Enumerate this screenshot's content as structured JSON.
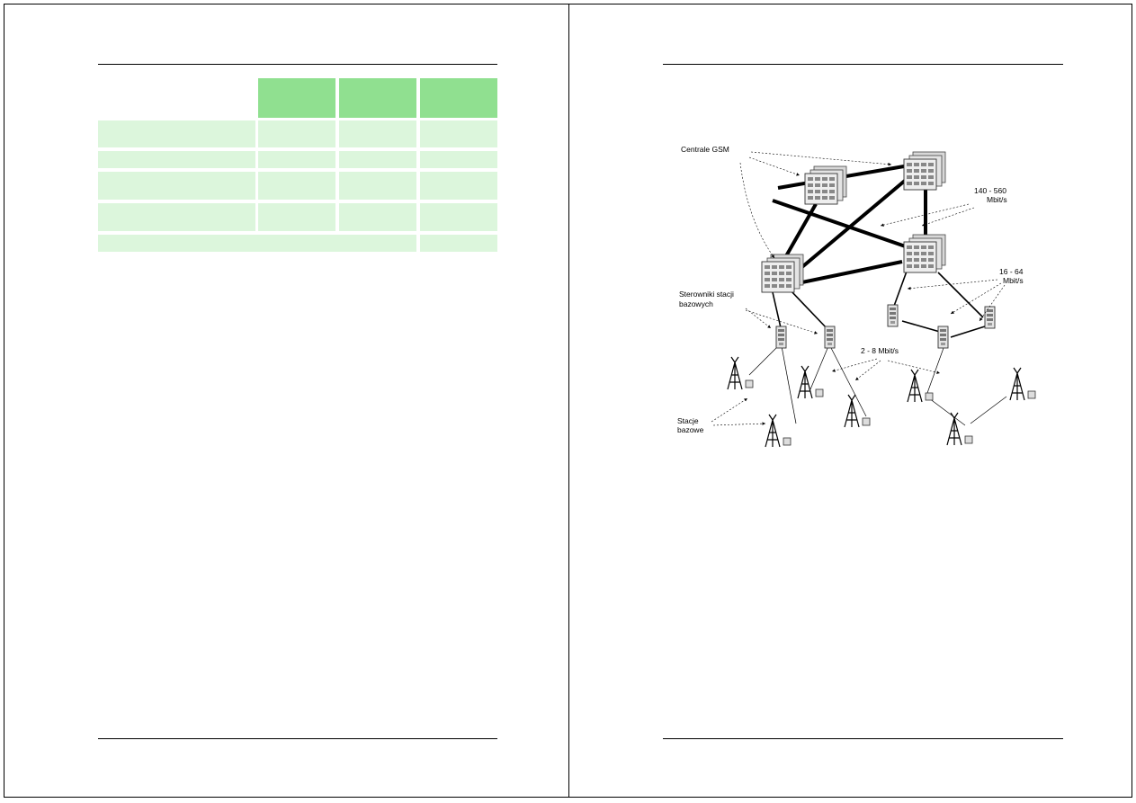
{
  "left_page": {
    "table": {
      "header_cells": [
        "",
        "",
        ""
      ],
      "rows": [
        [
          "",
          "",
          "",
          ""
        ],
        [
          "",
          "",
          "",
          ""
        ],
        [
          "",
          "",
          "",
          ""
        ],
        [
          "",
          "",
          "",
          ""
        ]
      ],
      "footer_row": [
        "",
        ""
      ]
    }
  },
  "right_page": {
    "diagram": {
      "labels": {
        "switches": "Centrale GSM",
        "backbone_rate_1": "140 - 560",
        "backbone_rate_2": "Mbit/s",
        "bsc_rate_1": "16 - 64",
        "bsc_rate_2": "Mbit/s",
        "controllers_1": "Sterowniki stacji",
        "controllers_2": "bazowych",
        "bts_rate": "2 - 8 Mbit/s",
        "stations_1": "Stacje",
        "stations_2": "bazowe"
      }
    }
  }
}
